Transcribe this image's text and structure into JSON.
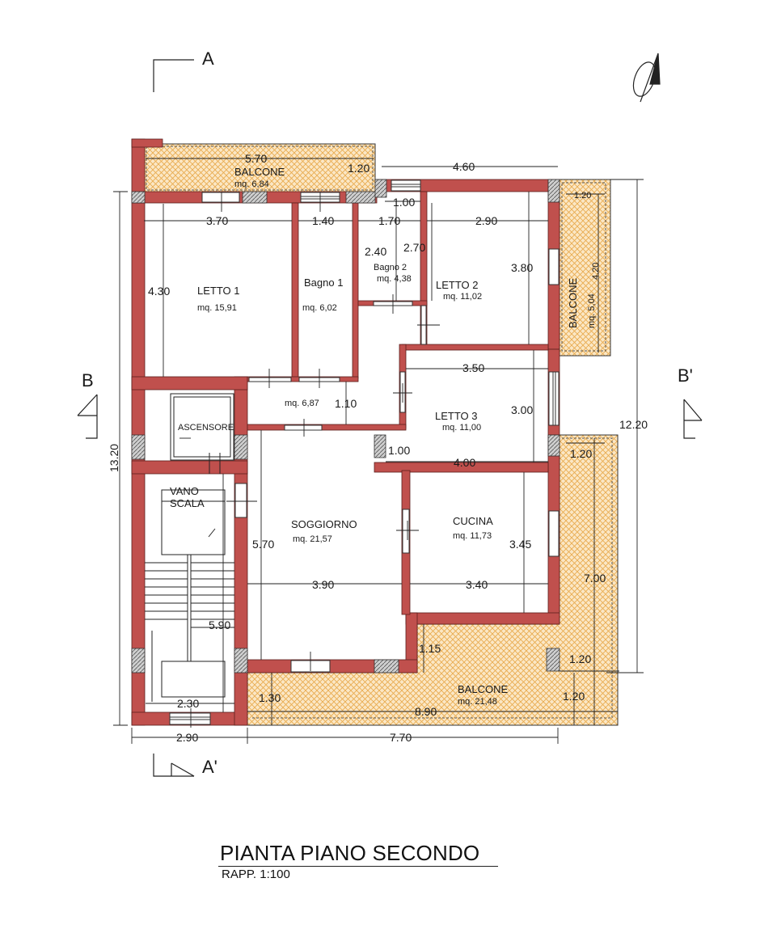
{
  "colors": {
    "wall": "#c0504d",
    "wall_outline": "#5a1e1c",
    "balcony_fill": "#fbe7c5",
    "balcony_hatch": "#e8a94a",
    "line": "#222222"
  },
  "sections": {
    "a_top": "A",
    "a_bottom": "A'",
    "b_left": "B",
    "b_right": "B'"
  },
  "rooms": [
    {
      "name": "LETTO 1",
      "area": "mq. 15,91"
    },
    {
      "name": "Bagno 1",
      "area": "mq. 6,02"
    },
    {
      "name": "Bagno 2",
      "area": "mq. 4,38"
    },
    {
      "name": "LETTO 2",
      "area": "mq. 11,02"
    },
    {
      "name": "LETTO 3",
      "area": "mq. 11,00"
    },
    {
      "name": "",
      "area": "mq. 6,87"
    },
    {
      "name": "SOGGIORNO",
      "area": "mq. 21,57"
    },
    {
      "name": "CUCINA",
      "area": "mq. 11,73"
    },
    {
      "name": "ASCENSORE",
      "area": ""
    },
    {
      "name": "VANO",
      "area": ""
    },
    {
      "name": "SCALA",
      "area": ""
    }
  ],
  "balconies": [
    {
      "name": "BALCONE",
      "area": "mq. 6,84"
    },
    {
      "name": "BALCONE",
      "area": "mq. 5,04"
    },
    {
      "name": "BALCONE",
      "area": "mq. 21,48"
    }
  ],
  "dimensions": [
    "5.70",
    "1.20",
    "4.60",
    "1.00",
    "1.20",
    "3.70",
    "1.40",
    "1.70",
    "2.90",
    "2.40",
    "2.70",
    "4.30",
    "3.80",
    "4.20",
    "3.50",
    "1.10",
    "3.00",
    "1.00",
    "4.00",
    "1.20",
    "12.20",
    "13.20",
    "5.70",
    "3.90",
    "3.45",
    "3.40",
    "7.00",
    "1.15",
    "1.20",
    "5.90",
    "2.30",
    "1.30",
    "1.20",
    "8.90",
    "2.90",
    "7.70"
  ],
  "footer": {
    "title": "PIANTA PIANO SECONDO",
    "scale": "RAPP. 1:100"
  }
}
